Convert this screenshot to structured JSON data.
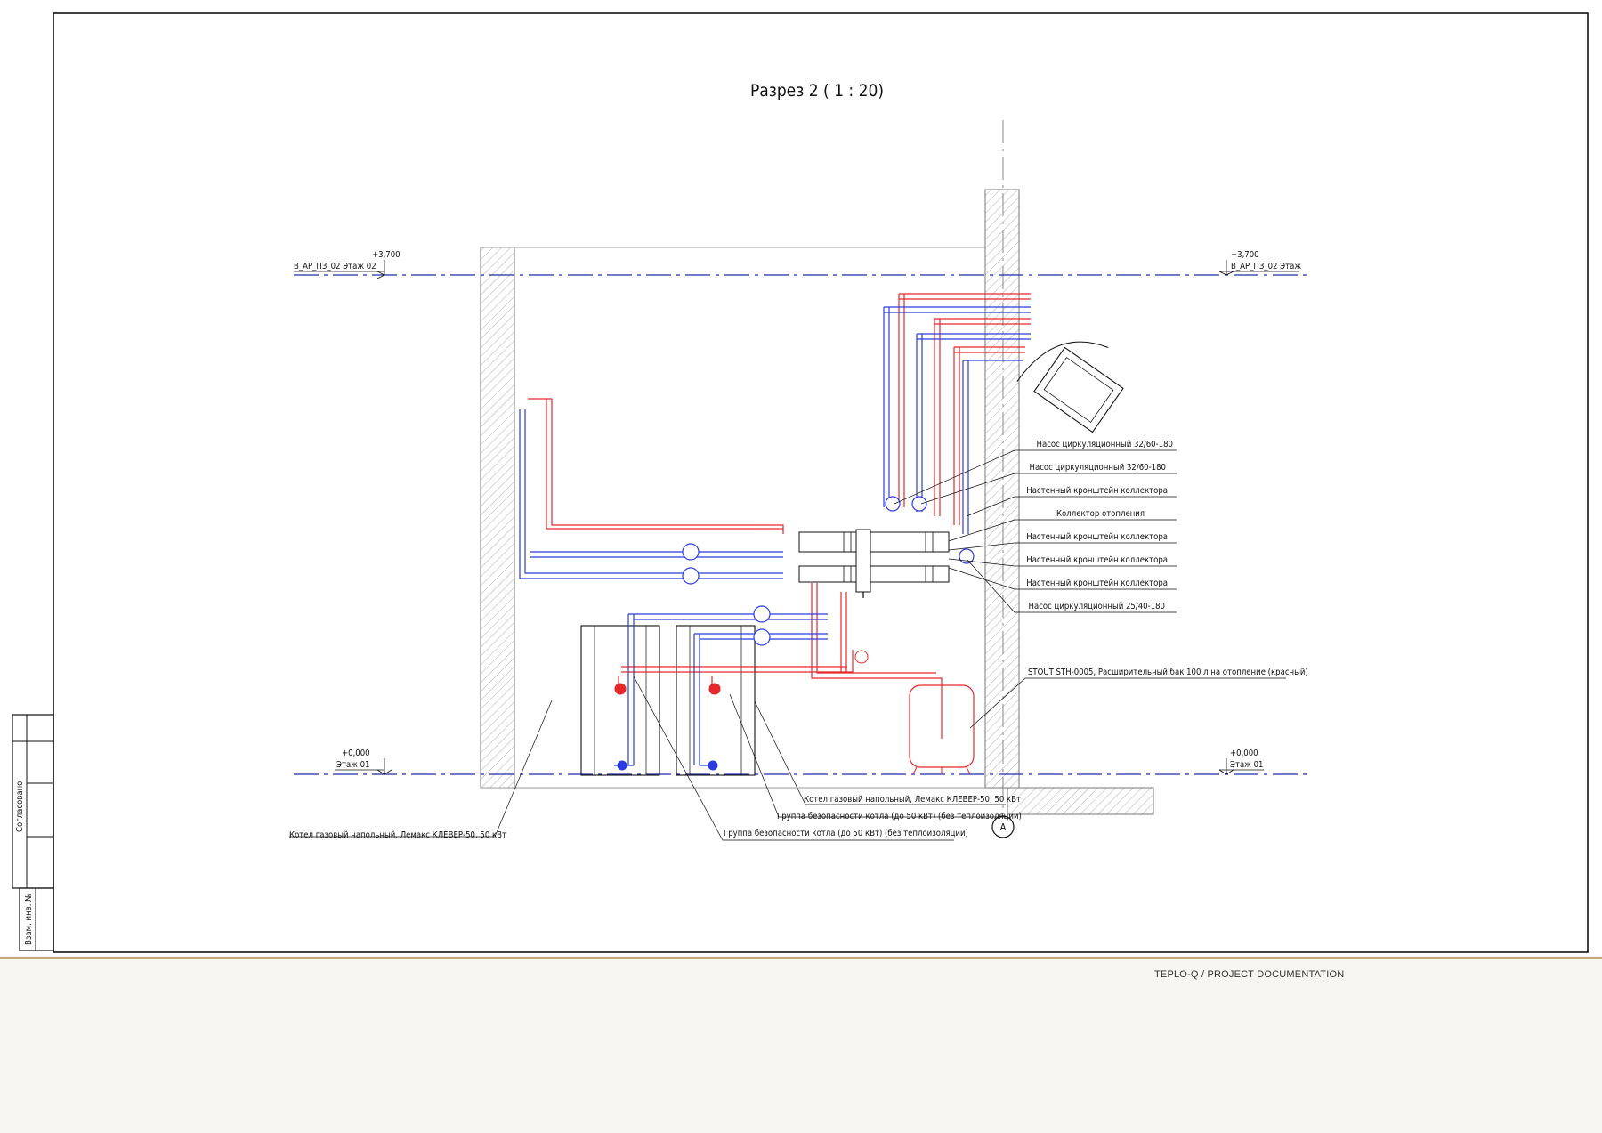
{
  "title": "Разрез 2 ( 1 : 20)",
  "footer": "TEPLO-Q / PROJECT DOCUMENTATION",
  "stamp": {
    "approved": "Согласовано",
    "inv": "Взам. инв. №"
  },
  "levels": {
    "top_left_value": "+3,700",
    "top_left_name": "В_АР_ПЗ_02 Этаж 02",
    "top_right_value": "+3,700",
    "top_right_name": "В_АР_ПЗ_02 Этаж",
    "bottom_left_value": "+0,000",
    "bottom_left_name": "Этаж 01",
    "bottom_right_value": "+0,000",
    "bottom_right_name": "Этаж 01"
  },
  "axis_mark": "А",
  "callouts": [
    "Насос циркуляционный 32/60-180",
    "Насос циркуляционный 32/60-180",
    "Настенный кронштейн коллектора",
    "Коллектор отопления",
    "Настенный кронштейн коллектора",
    "Настенный кронштейн коллектора",
    "Настенный кронштейн коллектора",
    "Насос циркуляционный 25/40-180"
  ],
  "tank_label": "STOUT STH-0005, Расширительный бак 100 л на отопление (красный)",
  "boiler_label_1": "Котел газовый напольный, Лемакс КЛЕВЕР-50, 50 кВт",
  "boiler_label_2": "Котел газовый напольный, Лемакс КЛЕВЕР-50, 50 кВт",
  "safety_group_1": "Группа безопасности котла (до 50 кВт) (без теплоизоляции)",
  "safety_group_2": "Группа безопасности котла (до 50 кВт) (без теплоизоляции)",
  "colors": {
    "supply": "#e8272a",
    "return": "#2a3ce0",
    "level_line": "#1c2fa8",
    "footer_rule": "#c9a77d"
  }
}
